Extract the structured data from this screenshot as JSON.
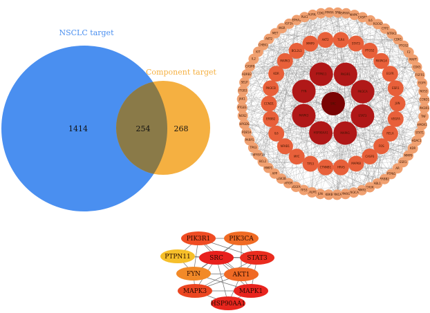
{
  "venn": {
    "left_label": "NSCLC target",
    "right_label": "Component target",
    "left_only": "1414",
    "overlap": "254",
    "right_only": "268",
    "colors": {
      "left": "#4a8ff0",
      "right": "#f5b041",
      "overlap": "#8a7a48",
      "left_text": "#4a8ff0",
      "right_text": "#f5b041"
    }
  },
  "ppi_network": {
    "outer_ring": [
      "SRC",
      "HSP90AA1",
      "MAPK1",
      "CASP3",
      "IL6",
      "ROCK2",
      "CYP2",
      "NTRK1",
      "CDK1",
      "PTGS2",
      "F2",
      "MAPT",
      "CDK5",
      "FGFR1",
      "EGFR",
      "NOS3",
      "CCND1",
      "PIK3R1",
      "TNF",
      "HMOX1",
      "STAT1",
      "HDAC1",
      "KDR",
      "MMP9",
      "ESR1",
      "AR",
      "PTPN1",
      "ERBB2",
      "ABL1",
      "CHUK",
      "MMP2",
      "PIK3CA",
      "PPARG",
      "PRKCA",
      "IKBKB",
      "JUN",
      "CALM1",
      "TP53",
      "VEGFA",
      "MTOR",
      "GSK3B",
      "APP",
      "MMP1",
      "BCL2",
      "TNFRSF1A",
      "TP63",
      "PARP1",
      "PDE5A",
      "HPGDS",
      "NOS2",
      "PTGES",
      "JAK1",
      "ITGB3",
      "SELP",
      "ADRB2",
      "CASP8",
      "IL2",
      "KIT",
      "CHEK1",
      "AKT2",
      "MET",
      "INSR",
      "IGF1R",
      "EPHA2",
      "PLK1",
      "AURKA",
      "CDK2",
      "PPARA"
    ],
    "middle_ring": [
      "TLR4",
      "STAT3",
      "PTGS2",
      "MAPK14",
      "EGFR",
      "ESR1",
      "JUN",
      "VEGFA",
      "RELA",
      "FOS",
      "CASP3",
      "MAPK8",
      "HRAS",
      "CTNNB1",
      "TP53",
      "MYC",
      "NFKB1",
      "IL6",
      "ERBB2",
      "CCND1",
      "PIK3CB",
      "KDR",
      "MAPK3",
      "BCL2L1",
      "MMP9",
      "AKT2"
    ],
    "inner_ring": [
      "PIK3R1",
      "PIK3CA",
      "STAT3",
      "MAPK1",
      "HSP90AA1",
      "MAPK3",
      "FYN",
      "PTPN11"
    ],
    "center": [
      "SRC"
    ],
    "colors": {
      "outer": "#f0a070",
      "middle": "#e8603a",
      "inner": "#b01818",
      "center": "#7a0404",
      "edge": "#7d7d7d"
    }
  },
  "hub_network": {
    "nodes": [
      "PIK3R1",
      "PIK3CA",
      "PTPN11",
      "SRC",
      "STAT3",
      "FYN",
      "AKT1",
      "MAPK3",
      "MAPK1",
      "HSP90AA1"
    ],
    "colors": {
      "PIK3R1": "#ef4c23",
      "PIK3CA": "#f06b24",
      "PTPN11": "#f6bf2a",
      "SRC": "#e8201d",
      "STAT3": "#ea2c1f",
      "FYN": "#f28a28",
      "AKT1": "#f06a24",
      "MAPK3": "#eb4621",
      "MAPK1": "#e8241e",
      "HSP90AA1": "#e8261e"
    }
  }
}
